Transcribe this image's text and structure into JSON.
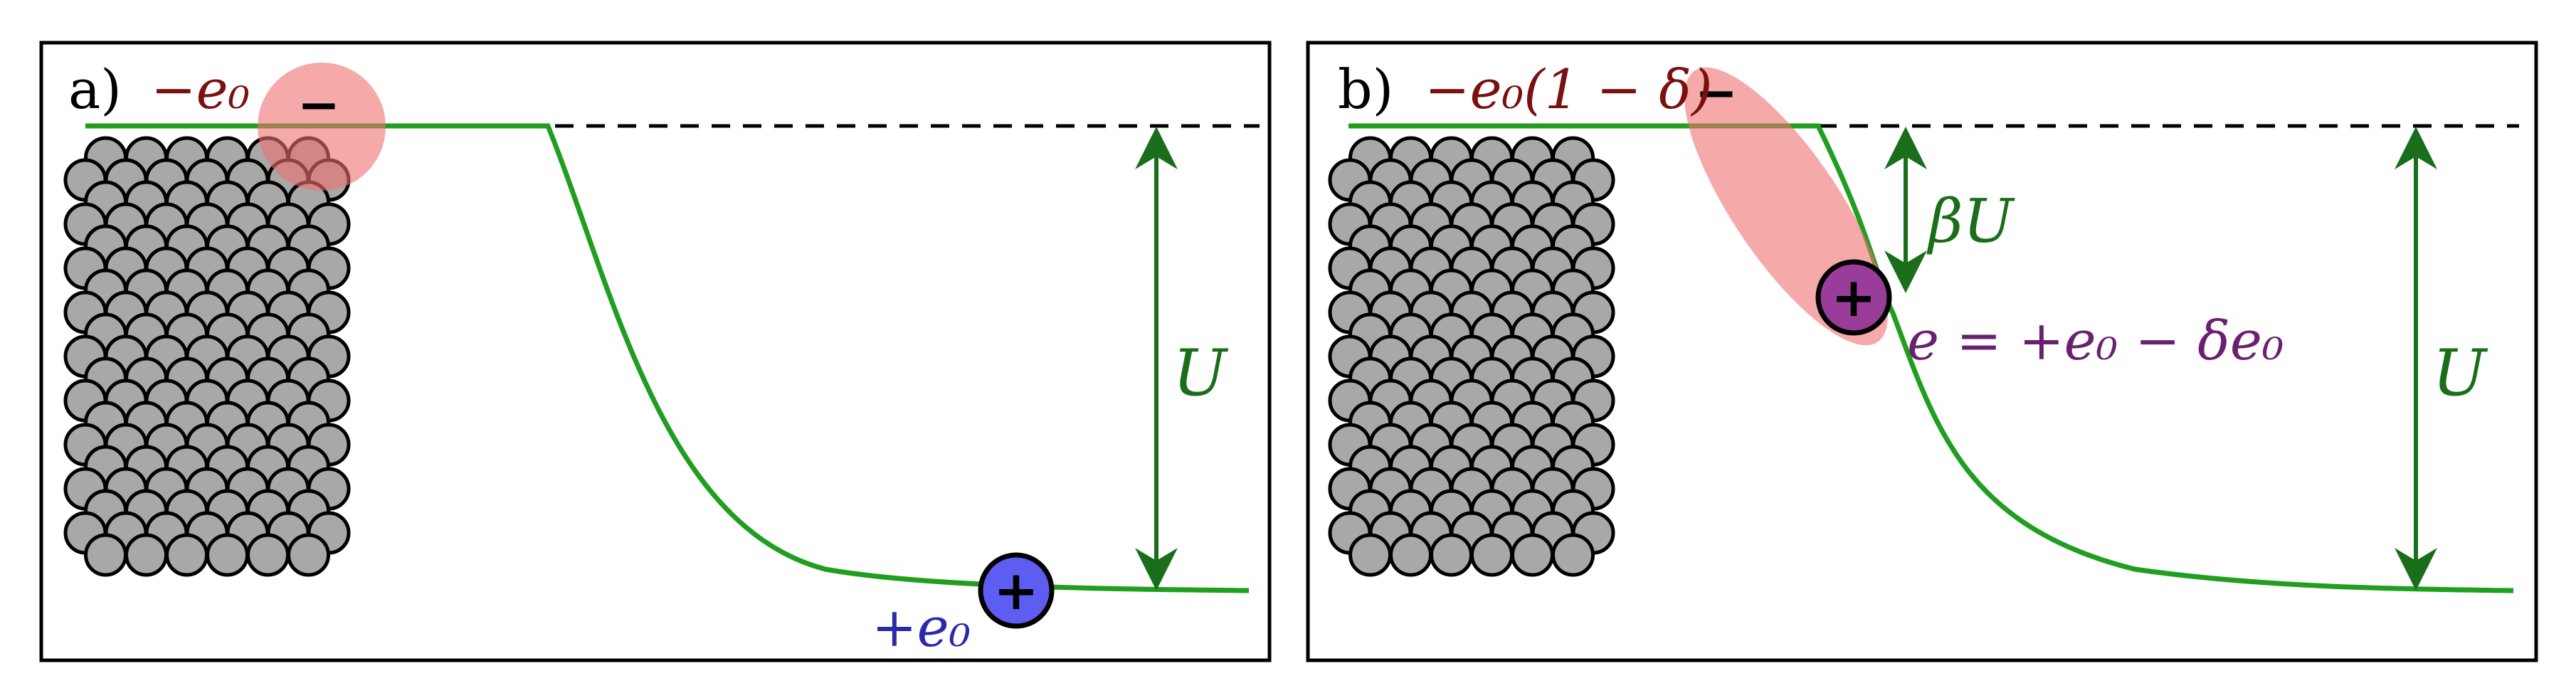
{
  "colors": {
    "frame": "#000000",
    "atom_fill": "#a8a8a8",
    "atom_stroke": "#000000",
    "potential": "#1f9e1f",
    "arrow": "#1a6e1a",
    "label_dark_red": "#7a1010",
    "label_green": "#1a6e1a",
    "label_blue": "#2a2aaa",
    "label_purple": "#6a2070",
    "negative_cloud": "#ee7070",
    "positive_ion_a": "#5d5df2",
    "positive_ion_b": "#9a3c9a"
  },
  "panels": {
    "a": {
      "tag": "a)",
      "negative_charge_label": "−e₀",
      "negative_sign": "−",
      "positive_charge_label": "+e₀",
      "positive_sign": "+",
      "voltage_label": "U"
    },
    "b": {
      "tag": "b)",
      "negative_charge_label": "−e₀(1 − δ)",
      "negative_sign": "−",
      "ion_charge_label": "e = +e₀ − δe₀",
      "positive_sign": "+",
      "partial_voltage_label": "βU",
      "voltage_label": "U"
    }
  }
}
